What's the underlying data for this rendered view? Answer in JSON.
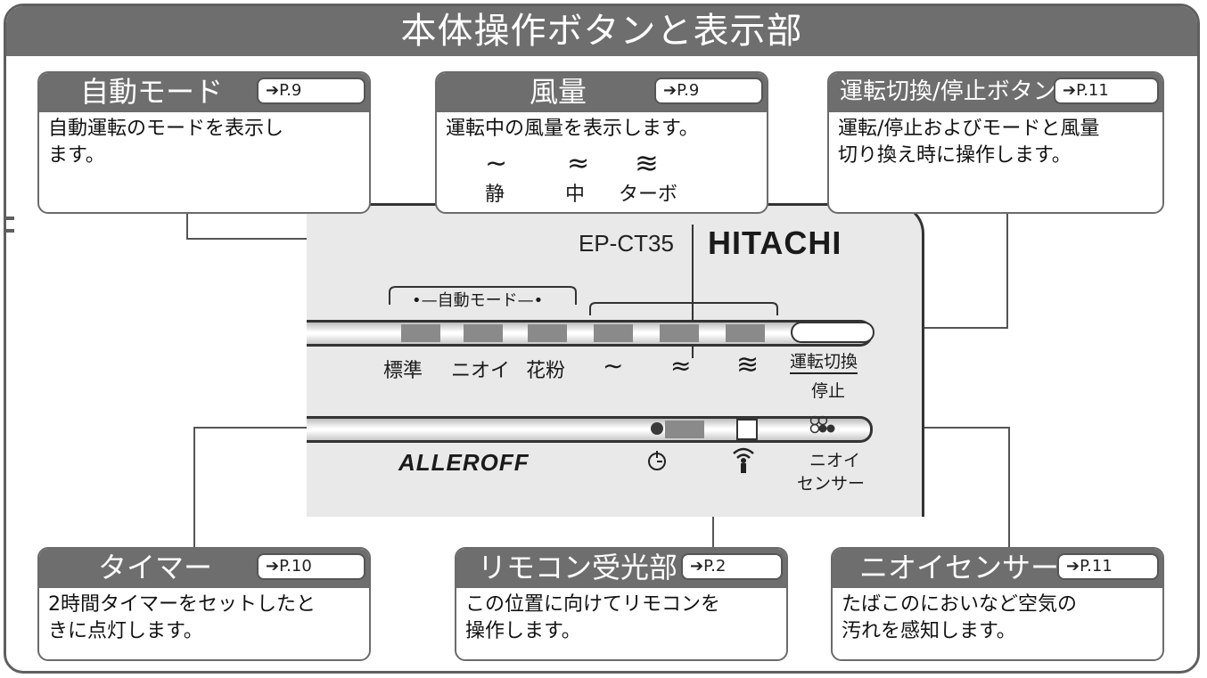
{
  "title": "本体操作ボタンと表示部",
  "callouts": {
    "auto_mode": {
      "title": "自動モード",
      "page": "P.9",
      "body": "自動運転のモードを表示し\nます。"
    },
    "airflow": {
      "title": "風量",
      "page": "P.9",
      "body": "運転中の風量を表示します。",
      "levels": [
        "静",
        "中",
        "ターボ"
      ]
    },
    "run_switch": {
      "title": "運転切換/停止ボタン",
      "page": "P.11",
      "body": "運転/停止およびモードと風量\n切り換え時に操作します。"
    },
    "timer": {
      "title": "タイマー",
      "page": "P.10",
      "body": "2時間タイマーをセットしたと\nきに点灯します。"
    },
    "remote_receiver": {
      "title": "リモコン受光部",
      "page": "P.2",
      "body": "この位置に向けてリモコンを\n操作します。"
    },
    "odor_sensor": {
      "title": "ニオイセンサー",
      "page": "P.11",
      "body": "たばこのにおいなど空気の\n汚れを感知します。"
    }
  },
  "panel": {
    "model": "EP-CT35",
    "brand": "HITACHI",
    "auto_mode_bracket": "•—自動モード—•",
    "mode_labels": [
      "標準",
      "ニオイ",
      "花粉"
    ],
    "fan_symbols": [
      "∼",
      "≈",
      "≋"
    ],
    "button_label_top": "運転切換",
    "button_label_bottom": "停止",
    "series_logo": "ALLEROFF",
    "sensor_label_top": "ニオイ",
    "sensor_label_bottom": "センサー"
  },
  "icons": {
    "pageref_arrow": "arrow-right-icon",
    "timer": "clock-icon",
    "remote": "signal-icon",
    "sensor": "sensor-icon"
  }
}
